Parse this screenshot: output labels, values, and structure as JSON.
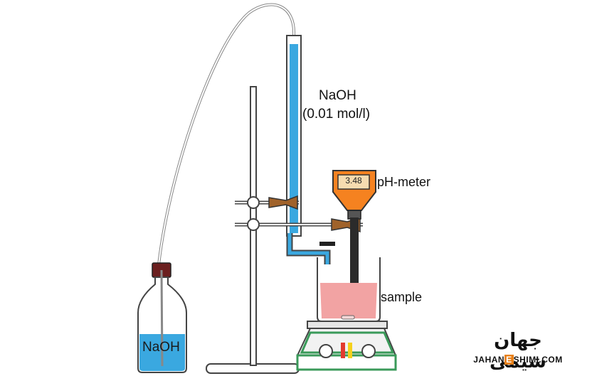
{
  "labels": {
    "burette_reagent": "NaOH",
    "burette_concentration": "(0.01 mol/l)",
    "ph_meter": "pH-meter",
    "ph_reading": "3.48",
    "sample": "sample",
    "bottle_reagent": "NaOH"
  },
  "logo": {
    "persian_text": "جهان شیمی",
    "english_prefix": "JAHAN",
    "english_highlight": "E",
    "english_suffix": "SHIMI.COM"
  },
  "colors": {
    "naoh_blue": "#3aa8e0",
    "sample_pink": "#f2a3a3",
    "ph_meter_orange": "#f58220",
    "stirrer_green": "#3a9a5a",
    "bottle_cap": "#6b1f1f",
    "logo_accent": "#e8811a"
  }
}
